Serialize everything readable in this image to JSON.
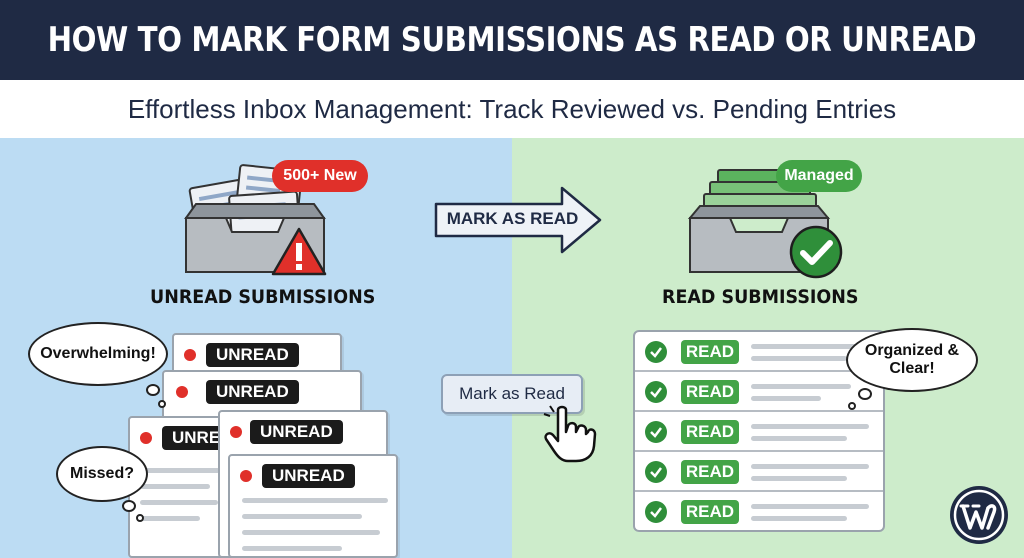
{
  "header": {
    "title": "HOW TO MARK FORM SUBMISSIONS AS READ OR UNREAD",
    "subtitle": "Effortless Inbox Management: Track Reviewed vs. Pending Entries"
  },
  "left": {
    "heading": "UNREAD SUBMISSIONS",
    "badge": "500+ New",
    "card_label": "UNREAD",
    "bubbles": [
      "Overwhelming!",
      "Missed?"
    ]
  },
  "center": {
    "arrow_label": "MARK AS READ",
    "button_label": "Mark as Read"
  },
  "right": {
    "heading": "READ SUBMISSIONS",
    "badge": "Managed",
    "row_label": "READ",
    "bubble_line1": "Organized &",
    "bubble_line2": "Clear!"
  },
  "colors": {
    "header_bg": "#1f2a44",
    "unread_panel": "#bcdcf3",
    "read_panel": "#cdeccb",
    "alert_red": "#e0302a",
    "success_green": "#43a447"
  },
  "icons": [
    "inbox-tray-icon",
    "warning-icon",
    "check-circle-icon",
    "arrow-right-icon",
    "hand-pointer-icon",
    "wordpress-logo-icon"
  ]
}
